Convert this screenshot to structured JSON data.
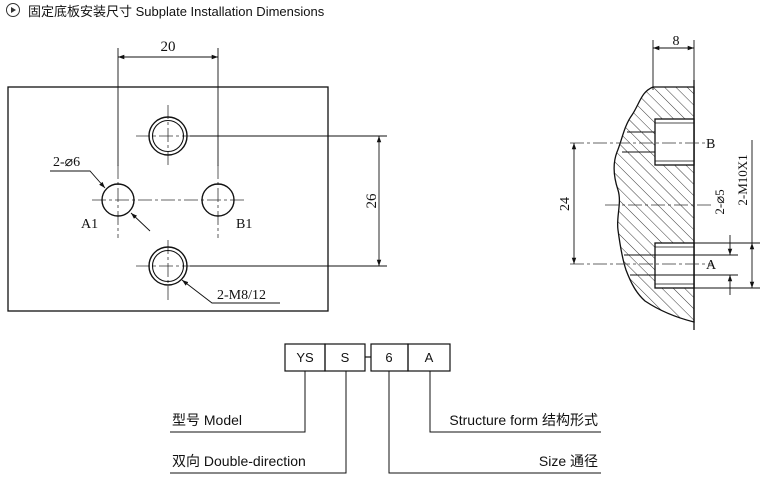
{
  "header": {
    "icon": "circle-play-icon",
    "title": "固定底板安装尺寸  Subplate Installation Dimensions"
  },
  "front_view": {
    "dim_top": "20",
    "dim_right": "26",
    "hole_label": "2-⌀6",
    "port_a1": "A1",
    "port_b1": "B1",
    "thread_label": "2-M8/12"
  },
  "section_view": {
    "dim_top": "8",
    "dim_left": "24",
    "port_b": "B",
    "port_a": "A",
    "hole_label": "2-⌀5",
    "thread_label": "2-M10X1"
  },
  "model_code": {
    "boxes": [
      "YS",
      "S",
      "6",
      "A"
    ],
    "labels": {
      "model": "型号 Model",
      "double_direction": "双向 Double-direction",
      "structure": "Structure form 结构形式",
      "size": "Size  通径"
    }
  }
}
